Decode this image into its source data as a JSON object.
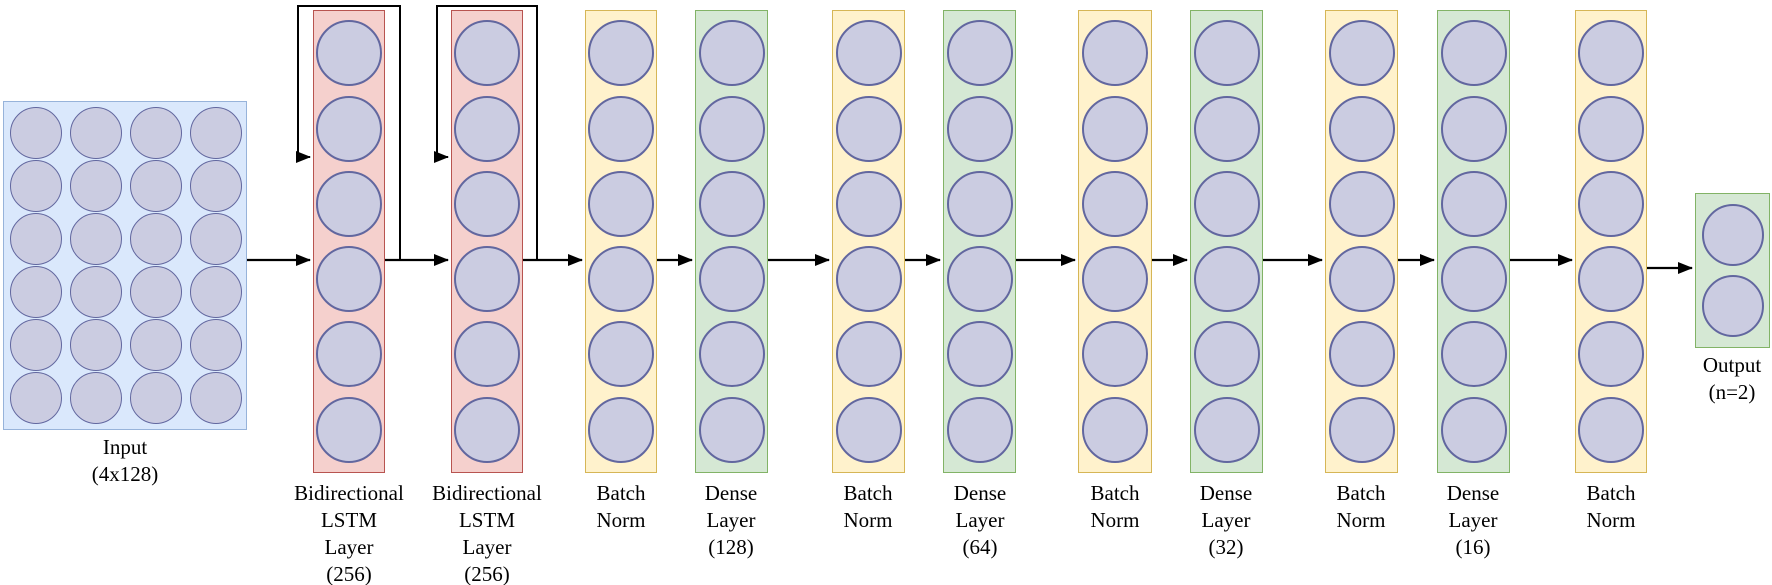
{
  "diagram": {
    "description": "Neural network architecture diagram, left to right flow",
    "layers": [
      {
        "id": "input",
        "kind": "input",
        "label": "Input\n(4x128)",
        "circles": 24,
        "grid": "6 rows x 4 cols",
        "color": "#dae8fc"
      },
      {
        "id": "bilstm1",
        "kind": "recurrent",
        "label": "Bidirectional\nLSTM\nLayer\n(256)",
        "circles": 6,
        "recurrent_loop": true,
        "color": "#f5d0cd"
      },
      {
        "id": "bilstm2",
        "kind": "recurrent",
        "label": "Bidirectional\nLSTM\nLayer\n(256)",
        "circles": 6,
        "recurrent_loop": true,
        "color": "#f5d0cd"
      },
      {
        "id": "bn1",
        "kind": "batchnorm",
        "label": "Batch\nNorm",
        "circles": 6,
        "color": "#fff2cc"
      },
      {
        "id": "dense128",
        "kind": "dense",
        "label": "Dense\nLayer\n(128)",
        "circles": 6,
        "color": "#d5e8d4"
      },
      {
        "id": "bn2",
        "kind": "batchnorm",
        "label": "Batch\nNorm",
        "circles": 6,
        "color": "#fff2cc"
      },
      {
        "id": "dense64",
        "kind": "dense",
        "label": "Dense\nLayer\n(64)",
        "circles": 6,
        "color": "#d5e8d4"
      },
      {
        "id": "bn3",
        "kind": "batchnorm",
        "label": "Batch\nNorm",
        "circles": 6,
        "color": "#fff2cc"
      },
      {
        "id": "dense32",
        "kind": "dense",
        "label": "Dense\nLayer\n(32)",
        "circles": 6,
        "color": "#d5e8d4"
      },
      {
        "id": "bn4",
        "kind": "batchnorm",
        "label": "Batch\nNorm",
        "circles": 6,
        "color": "#fff2cc"
      },
      {
        "id": "dense16",
        "kind": "dense",
        "label": "Dense\nLayer\n(16)",
        "circles": 6,
        "color": "#d5e8d4"
      },
      {
        "id": "bn5",
        "kind": "batchnorm",
        "label": "Batch\nNorm",
        "circles": 6,
        "color": "#fff2cc"
      },
      {
        "id": "output",
        "kind": "output",
        "label": "Output\n(n=2)",
        "circles": 2,
        "color": "#d5e8d4"
      }
    ],
    "colors": {
      "input_fill": "#dae8fc",
      "input_stroke": "#97b3da",
      "lstm_fill": "#f5d0cd",
      "lstm_stroke": "#b85450",
      "batchnorm_fill": "#fff2cc",
      "batchnorm_stroke": "#d6b656",
      "dense_fill": "#d5e8d4",
      "dense_stroke": "#82b366",
      "neuron_fill": "#cbcce1",
      "neuron_stroke": "#62679f",
      "arrow": "#000000",
      "text": "#000000"
    }
  }
}
